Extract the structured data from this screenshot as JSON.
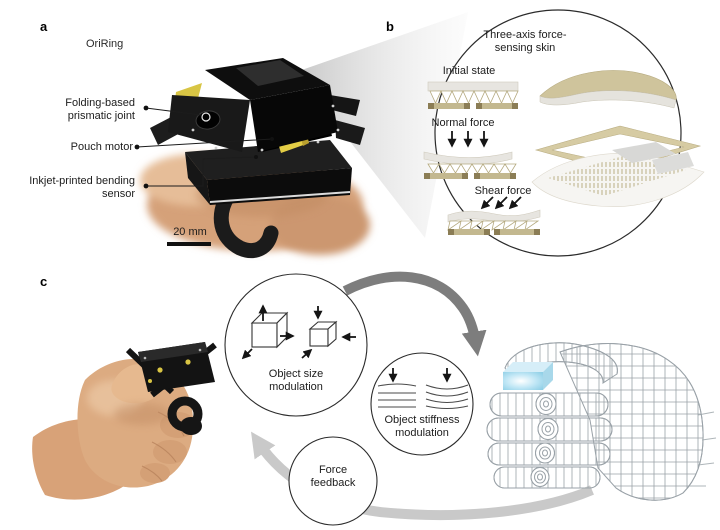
{
  "figure": {
    "background": "#ffffff",
    "text_color": "#1c1c1c"
  },
  "colors": {
    "skin_tone": "#d9a87e",
    "device_black": "#131313",
    "kapton_yellow": "#ddc844",
    "sensor_tan": "#c3b88f",
    "sensor_tan_dark": "#8b7d55",
    "layer_gray": "#e7e5e0",
    "arrow_dark_gray": "#7d7d7d",
    "arrow_light_gray": "#c9c9c9",
    "virtual_cube_blue": "#a9dcef",
    "wireframe_gray": "#9aa2a8"
  },
  "panel_a": {
    "letter": "a",
    "device_title": "OriRing",
    "callouts": [
      {
        "label": "Folding-based prismatic joint"
      },
      {
        "label": "Pouch motor"
      },
      {
        "label": "Inkjet-printed bending sensor"
      }
    ],
    "scale_bar_label": "20 mm"
  },
  "panel_b": {
    "letter": "b",
    "title_line1": "Three-axis force-",
    "title_line2": "sensing skin",
    "state_labels": [
      "Initial state",
      "Normal force",
      "Shear force"
    ]
  },
  "panel_c": {
    "letter": "c",
    "cycle_labels": [
      {
        "line1": "Object size",
        "line2": "modulation"
      },
      {
        "line1": "Object stiffness",
        "line2": "modulation"
      },
      {
        "line1": "Force",
        "line2": "feedback"
      }
    ]
  }
}
